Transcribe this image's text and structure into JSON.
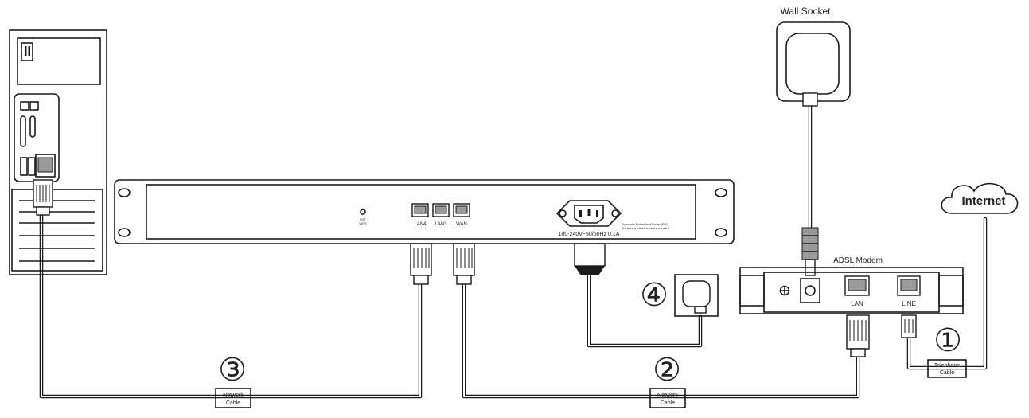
{
  "labels": {
    "wall_socket": "Wall Socket",
    "internet": "Internet",
    "adsl_modem": "ADSL Modem",
    "modem_lan": "LAN",
    "modem_line": "LINE",
    "router_lan4": "LAN4",
    "router_lan3": "LAN3",
    "router_wan": "WAN",
    "router_rst_top": "RST",
    "router_rst_bottom": "WPS",
    "router_power": "100-240V~50/60Hz 0.1A",
    "router_info": "Enterprise Professional Router (EW)",
    "network_cable_1": "Network",
    "network_cable_2": "Cable",
    "telephone_cable_1": "Telephone",
    "telephone_cable_2": "Cable"
  },
  "steps": {
    "step1": "①",
    "step2": "②",
    "step3": "③",
    "step4": "④"
  }
}
